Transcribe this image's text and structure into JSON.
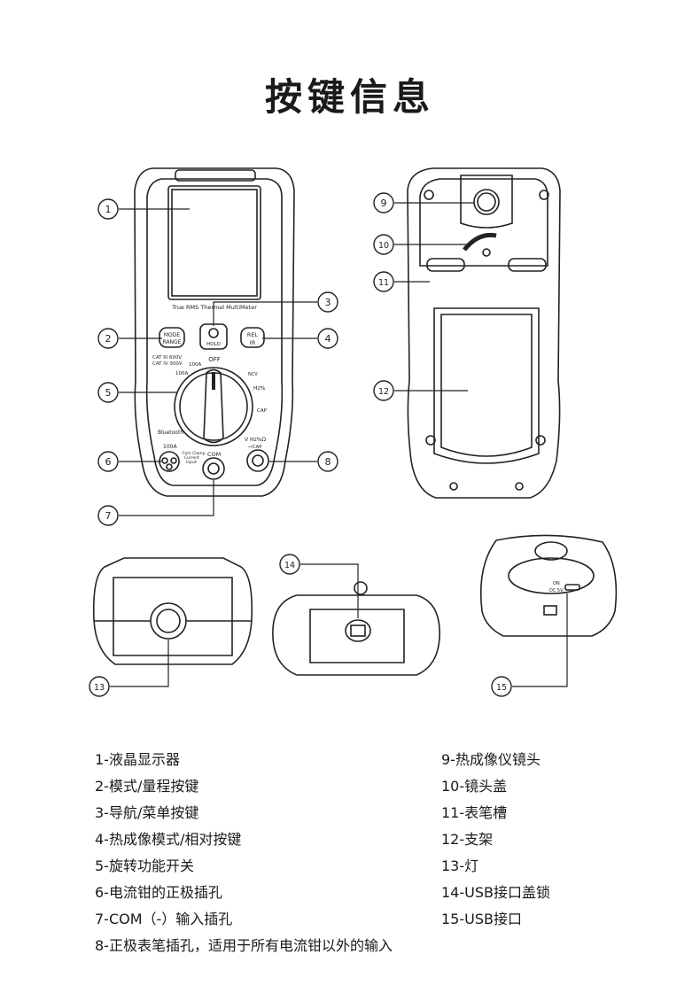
{
  "title": "按键信息",
  "callouts": [
    "1",
    "2",
    "3",
    "4",
    "5",
    "6",
    "7",
    "8",
    "9",
    "10",
    "11",
    "12",
    "13",
    "14",
    "15"
  ],
  "device_labels": {
    "screen_caption": "True RMS Thermal MultiMeter",
    "mode_range": [
      "MODE",
      "RANGE"
    ],
    "rel_ir": [
      "REL",
      "IR"
    ],
    "hold": "HOLD",
    "cat": [
      "CAT III 600V",
      "CAT IV 300V"
    ],
    "off": "OFF",
    "range_100a_left": "100A",
    "range_100a_top": "100A",
    "hz": "Hz%",
    "cap": "CAP",
    "ncv": "NCV",
    "bluetooth": "Bluetooth",
    "clamp_100a": "100A",
    "fork_clamp": [
      "Fork Clamp",
      "Current",
      "Input"
    ],
    "com": "COM",
    "vhz": "V Hz%Ω",
    "vcap": "⊸CAP",
    "usb": [
      "ON",
      "DC 5V"
    ]
  },
  "legend_left": [
    "1-液晶显示器",
    "2-模式/量程按键",
    "3-导航/菜单按键",
    "4-热成像模式/相对按键",
    "5-旋转功能开关",
    "6-电流钳的正极插孔",
    "7-COM（-）输入插孔",
    "8-正极表笔插孔，适用于所有电流钳以外的输入"
  ],
  "legend_right": [
    "9-热成像仪镜头",
    "10-镜头盖",
    "11-表笔槽",
    "12-支架",
    "13-灯",
    "14-USB接口盖锁",
    "15-USB接口"
  ]
}
